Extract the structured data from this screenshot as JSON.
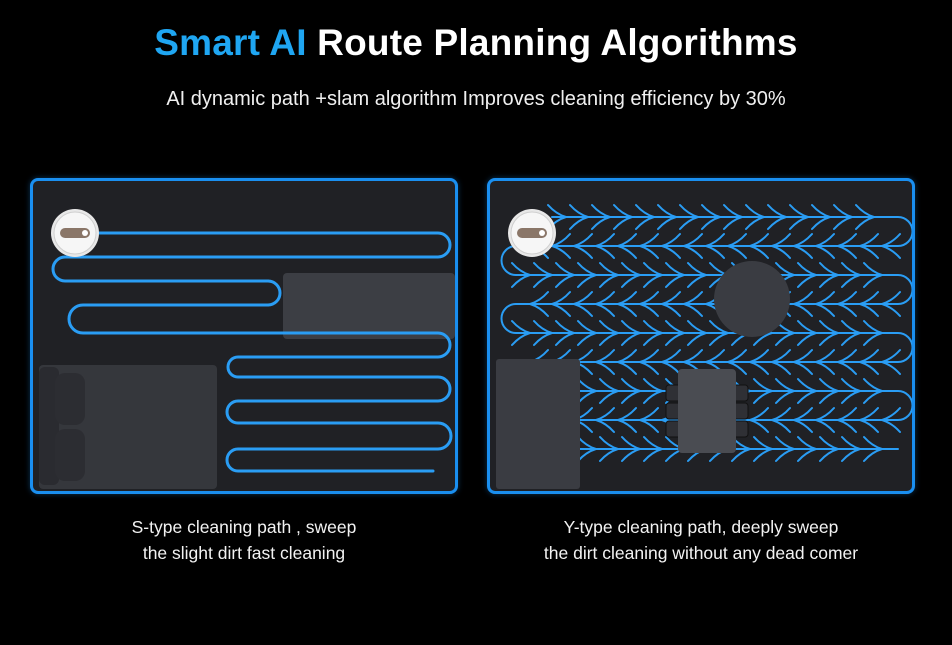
{
  "header": {
    "title_accent": "Smart AI",
    "title_rest": "Route Planning Algorithms",
    "subtitle": "AI dynamic path +slam algorithm Improves cleaning efficiency by 30%"
  },
  "panels": [
    {
      "caption_line1": "S-type cleaning path , sweep",
      "caption_line2": "the slight dirt fast cleaning"
    },
    {
      "caption_line1": "Y-type cleaning path, deeply sweep",
      "caption_line2": "the dirt cleaning without any dead comer"
    }
  ],
  "colors": {
    "accent": "#1fa6f2",
    "path": "#2a9df4",
    "panel_border": "#1a8ff0",
    "panel_bg": "#202125",
    "furniture": "#3a3c42"
  },
  "icons": [
    "robot-vacuum-icon",
    "bed-icon",
    "sofa-icon",
    "table-icon",
    "round-table-icon",
    "cabinet-icon"
  ]
}
